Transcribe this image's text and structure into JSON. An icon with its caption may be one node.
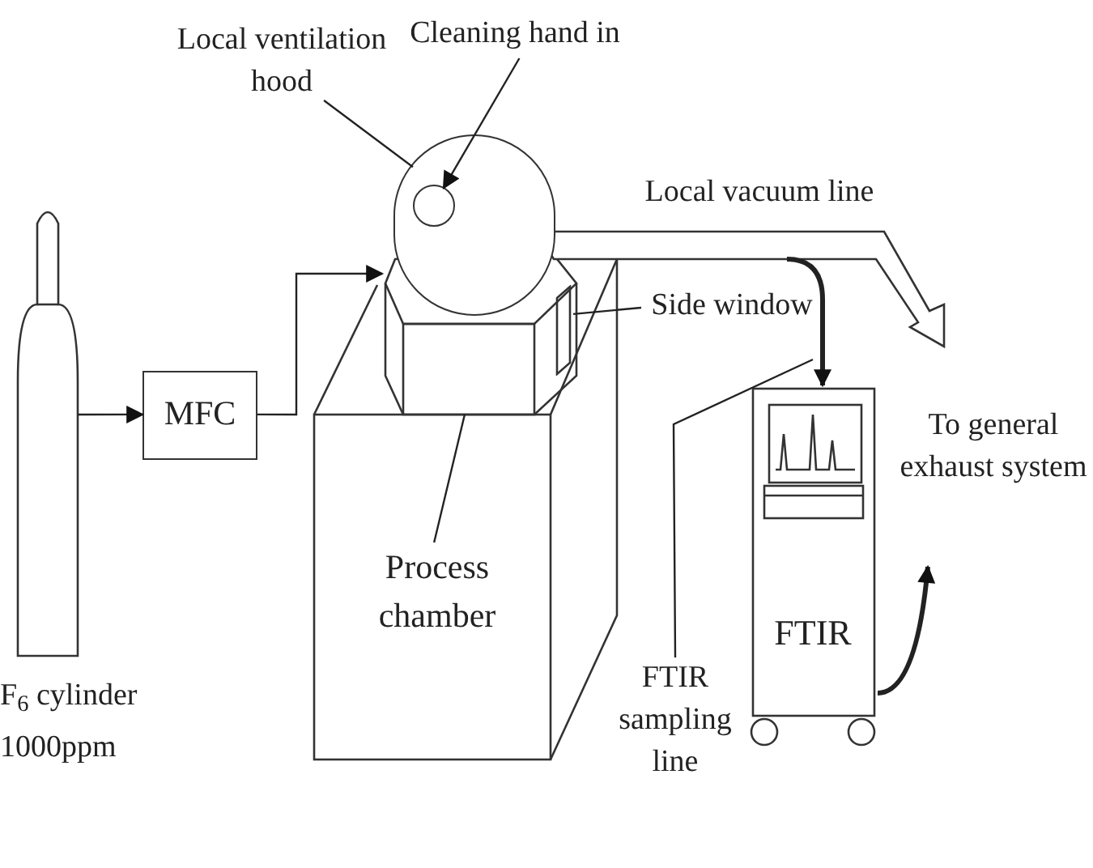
{
  "diagram": {
    "nodes": [
      {
        "text": [],
        "shape": "cylinder",
        "beside": [
          "F$_{6}$ cylinder 1000ppm"
        ]
      },
      {
        "text": [
          "MFC"
        ]
      },
      {
        "text": [
          "Local ventilation hood"
        ]
      },
      {
        "text": [],
        "shape": "circle"
      },
      {
        "text": [
          "Cleaning hand in"
        ]
      },
      {
        "text": [],
        "shape": "circle",
        "in": 3
      },
      {
        "text": [],
        "shape": "box"
      },
      {
        "text": [],
        "shape": "box"
      },
      {
        "text": [
          "Process chamber"
        ],
        "in": 7
      },
      {
        "text": [],
        "shape": "pipe"
      },
      {
        "text": [
          "Side window"
        ]
      },
      {
        "text": [],
        "shape": "box",
        "in": 6
      },
      {
        "text": [
          "FTIR"
        ]
      },
      {
        "text": [
          "FTIR sampling line"
        ]
      }
    ],
    "edges": [
      {
        "from": 0,
        "to": 1,
        "arrow": "to"
      },
      {
        "from": 1,
        "to": 6,
        "arrow": "to"
      },
      {
        "from": 2,
        "to": 3,
        "arrow": "none"
      },
      {
        "from": 4,
        "to": 5,
        "arrow": "to"
      },
      {
        "from": 8,
        "to": 6,
        "arrow": "none"
      },
      {
        "from": 10,
        "to": 11,
        "arrow": "none"
      },
      {
        "from": 9,
        "to": 12,
        "arrow": "to",
        "style": "thick"
      },
      {
        "from": 13,
        "to": null,
        "arrow": "none"
      },
      {
        "from": 12,
        "to": null,
        "arrow": "to",
        "style": "thick"
      }
    ],
    "labels": [
      "Local vacuum line",
      "To general exhaust system"
    ]
  }
}
